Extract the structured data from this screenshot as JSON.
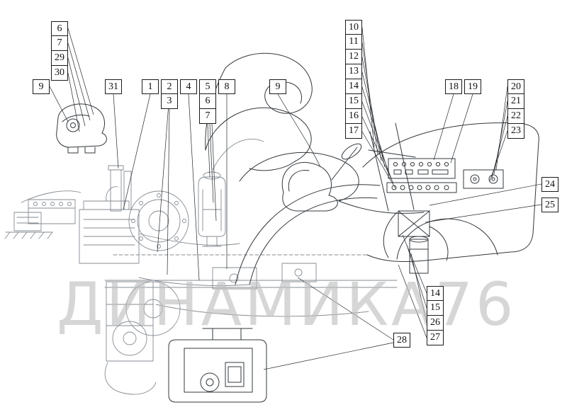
{
  "page": {
    "background": "#ffffff"
  },
  "colors": {
    "line_dark": "#33383d",
    "line_light": "#858b92",
    "leader": "#24282c",
    "callout_border": "#1a1a1a",
    "watermark": "#bdbdbd"
  },
  "watermark": {
    "text": "ДИНАМИКА76"
  },
  "callouts": {
    "stack_top_left": [
      "6",
      "7",
      "29",
      "30"
    ],
    "left_9": "9",
    "label_31": "31",
    "label_1": "1",
    "stack_2_3": [
      "2",
      "3"
    ],
    "label_4": "4",
    "stack_5_6_7": [
      "5",
      "6",
      "7"
    ],
    "label_8": "8",
    "mid_9": "9",
    "stack_10_17": [
      "10",
      "11",
      "12",
      "13",
      "14",
      "15",
      "16",
      "17"
    ],
    "label_18": "18",
    "label_19": "19",
    "stack_20_23": [
      "20",
      "21",
      "22",
      "23"
    ],
    "label_24": "24",
    "label_25": "25",
    "stack_14_15_26_27": [
      "14",
      "15",
      "26",
      "27"
    ],
    "label_28": "28"
  }
}
